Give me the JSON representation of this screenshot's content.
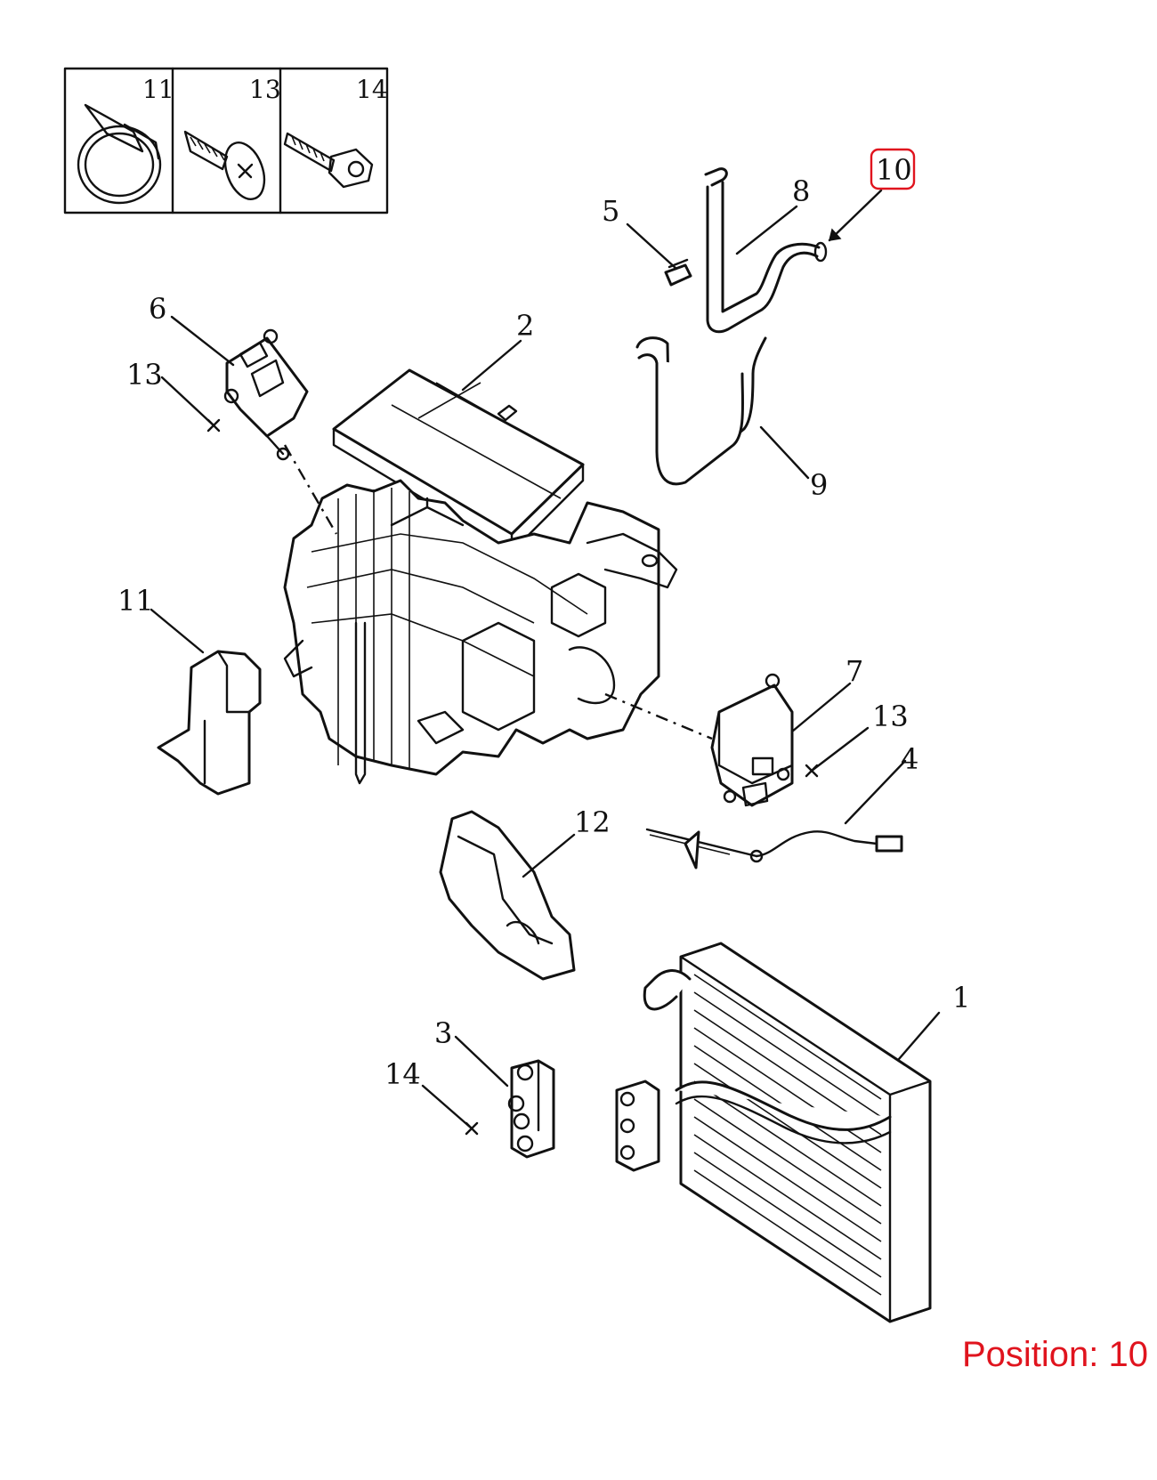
{
  "kit_box": {
    "labels": [
      "11",
      "13",
      "14"
    ]
  },
  "callouts": {
    "p1": "1",
    "p2": "2",
    "p3": "3",
    "p4": "4",
    "p5": "5",
    "p6": "6",
    "p7": "7",
    "p8": "8",
    "p9": "9",
    "p10": "10",
    "p11": "11",
    "p12": "12",
    "p13a": "13",
    "p13b": "13",
    "p14": "14"
  },
  "highlighted_callout": "10",
  "position_label": "Position: 10",
  "colors": {
    "highlight": "#e0141e",
    "linework": "#111111",
    "background": "#ffffff"
  }
}
